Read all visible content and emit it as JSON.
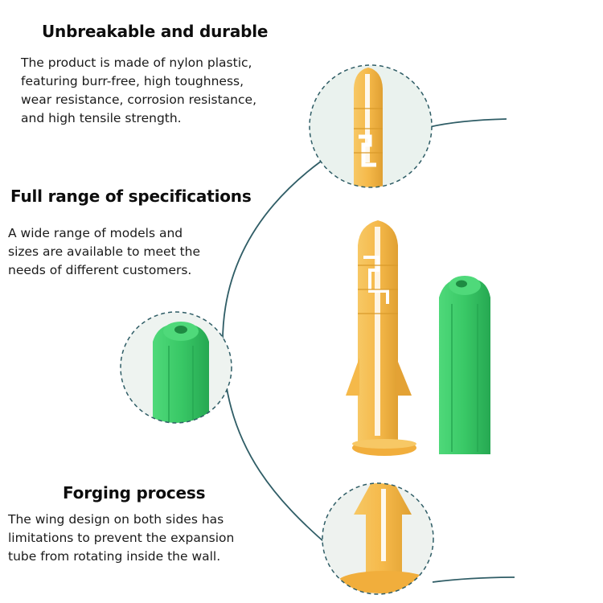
{
  "features": [
    {
      "title": "Unbreakable and durable",
      "lines": [
        "The product is made of nylon plastic,",
        "featuring burr-free, high toughness,",
        "wear resistance, corrosion resistance,",
        "and high tensile strength."
      ]
    },
    {
      "title": "Full range of specifications",
      "lines": [
        "A wide range of models and",
        "sizes are available to meet the",
        "needs of different customers."
      ]
    },
    {
      "title": "Forging process",
      "lines": [
        "The wing design on both sides has",
        "limitations to prevent the expansion",
        "tube from rotating inside the wall."
      ]
    }
  ],
  "colors": {
    "anchor_yellow": "#f5b94a",
    "anchor_yellow_dark": "#d99a2b",
    "anchor_green": "#3ccb6a",
    "anchor_green_dark": "#24a350",
    "connector_line": "#2f5d66"
  },
  "images": [
    {
      "name": "yellow-anchor-top-closeup"
    },
    {
      "name": "green-anchor-closeup"
    },
    {
      "name": "yellow-anchor-wings-closeup"
    },
    {
      "name": "yellow-anchor-full"
    },
    {
      "name": "green-anchor-full"
    }
  ]
}
